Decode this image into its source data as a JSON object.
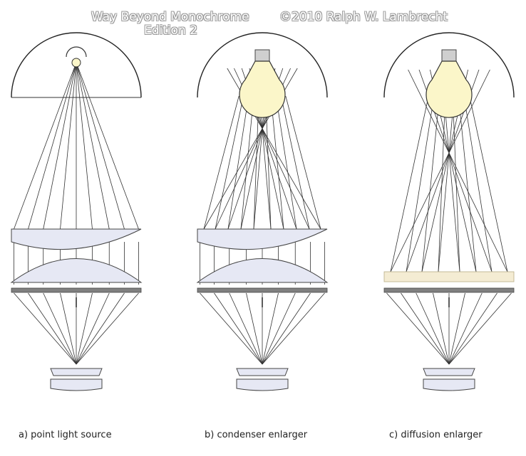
{
  "watermark": {
    "title": "Way Beyond Monochrome",
    "edition": "Edition 2",
    "copyright": "©2010  Ralph W. Lambrecht"
  },
  "panels": [
    {
      "id": "a",
      "caption": "a) point light source"
    },
    {
      "id": "b",
      "caption": "b) condenser enlarger"
    },
    {
      "id": "c",
      "caption": "c) diffusion enlarger"
    }
  ],
  "colors": {
    "lens_fill": "#e6e8f4",
    "bulb_fill": "#fbf6c9",
    "diffuser_fill": "#f4ecd3",
    "negative_carrier": "#808080",
    "ray": "#333333"
  }
}
